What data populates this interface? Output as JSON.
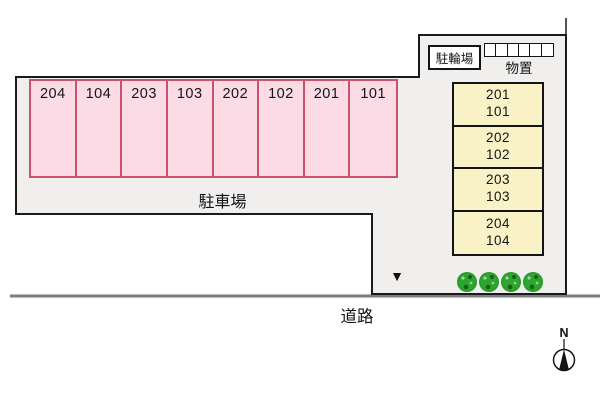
{
  "site": {
    "parking": {
      "label": "駐車場",
      "stalls": [
        "204",
        "104",
        "203",
        "103",
        "202",
        "102",
        "201",
        "101"
      ]
    },
    "bicycle_parking": {
      "label": "駐輪場"
    },
    "storage": {
      "label": "物置",
      "unit_count": 6
    },
    "building": {
      "rooms": [
        {
          "upper": "201",
          "lower": "101"
        },
        {
          "upper": "202",
          "lower": "102"
        },
        {
          "upper": "203",
          "lower": "103"
        },
        {
          "upper": "204",
          "lower": "104"
        }
      ]
    },
    "entrance_marker": "▼",
    "tree_count": 4
  },
  "road": {
    "label": "道路"
  },
  "compass": {
    "label": "N"
  },
  "colors": {
    "site_fill": "#f0efee",
    "site_border": "#1a1a1a",
    "stall_fill": "#fbdce6",
    "stall_border": "#c9536d",
    "room_fill": "#f8f2c6",
    "tree_green": "#2ea52e",
    "road_line": "#7e7e7e"
  }
}
